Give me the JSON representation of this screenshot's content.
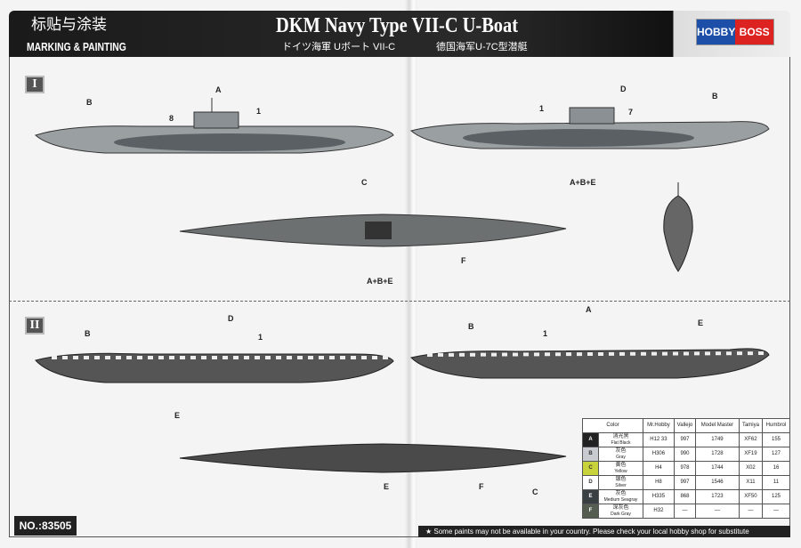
{
  "header": {
    "title_cn": "标贴与涂装",
    "title_en": "MARKING & PAINTING",
    "title": "DKM Navy Type VII-C U-Boat",
    "subtitle_jp": "ドイツ海軍 Uボート VII-C",
    "subtitle_cn": "德国海军U-7C型潜艇",
    "logo": {
      "left": "HOBBY",
      "right": "BOSS"
    }
  },
  "sections": [
    {
      "label": "I"
    },
    {
      "label": "II"
    }
  ],
  "callouts": {
    "A": "A",
    "B": "B",
    "C": "C",
    "D": "D",
    "E": "E",
    "F": "F",
    "ABE": "A+B+E",
    "n1": "1",
    "n7": "7",
    "n8": "8"
  },
  "color_table": {
    "headers": [
      "Color",
      "Mr.Hobby",
      "Vallejo",
      "Model Master",
      "Tamiya",
      "Humbrol"
    ],
    "rows": [
      {
        "code": "A",
        "cn": "消光黑",
        "en": "Flat Black",
        "mrhobby": "H12 33",
        "vallejo": "997",
        "mm": "1749",
        "tamiya": "XF62",
        "humbrol": "155",
        "swatch": "#222222"
      },
      {
        "code": "B",
        "cn": "灰色",
        "en": "Gray",
        "mrhobby": "H306",
        "vallejo": "990",
        "mm": "1728",
        "tamiya": "XF19",
        "humbrol": "127",
        "swatch": "#c8ccd0"
      },
      {
        "code": "C",
        "cn": "黄色",
        "en": "Yellow",
        "mrhobby": "H4",
        "vallejo": "978",
        "mm": "1744",
        "tamiya": "X02",
        "humbrol": "16",
        "swatch": "#c8d23a"
      },
      {
        "code": "D",
        "cn": "银色",
        "en": "Silver",
        "mrhobby": "H8",
        "vallejo": "997",
        "mm": "1546",
        "tamiya": "X11",
        "humbrol": "11",
        "swatch": "#ffffff"
      },
      {
        "code": "E",
        "cn": "灰色",
        "en": "Medium Seagray",
        "mrhobby": "H335",
        "vallejo": "868",
        "mm": "1723",
        "tamiya": "XF50",
        "humbrol": "125",
        "swatch": "#3a3f44"
      },
      {
        "code": "F",
        "cn": "深灰色",
        "en": "Dark Gray",
        "mrhobby": "H32",
        "vallejo": "—",
        "mm": "—",
        "tamiya": "—",
        "humbrol": "—",
        "swatch": "#555c50"
      }
    ]
  },
  "footer_note": "★ Some paints may not be available in your country. Please check your local hobby shop for substitute",
  "kit_number": "NO.:83505"
}
